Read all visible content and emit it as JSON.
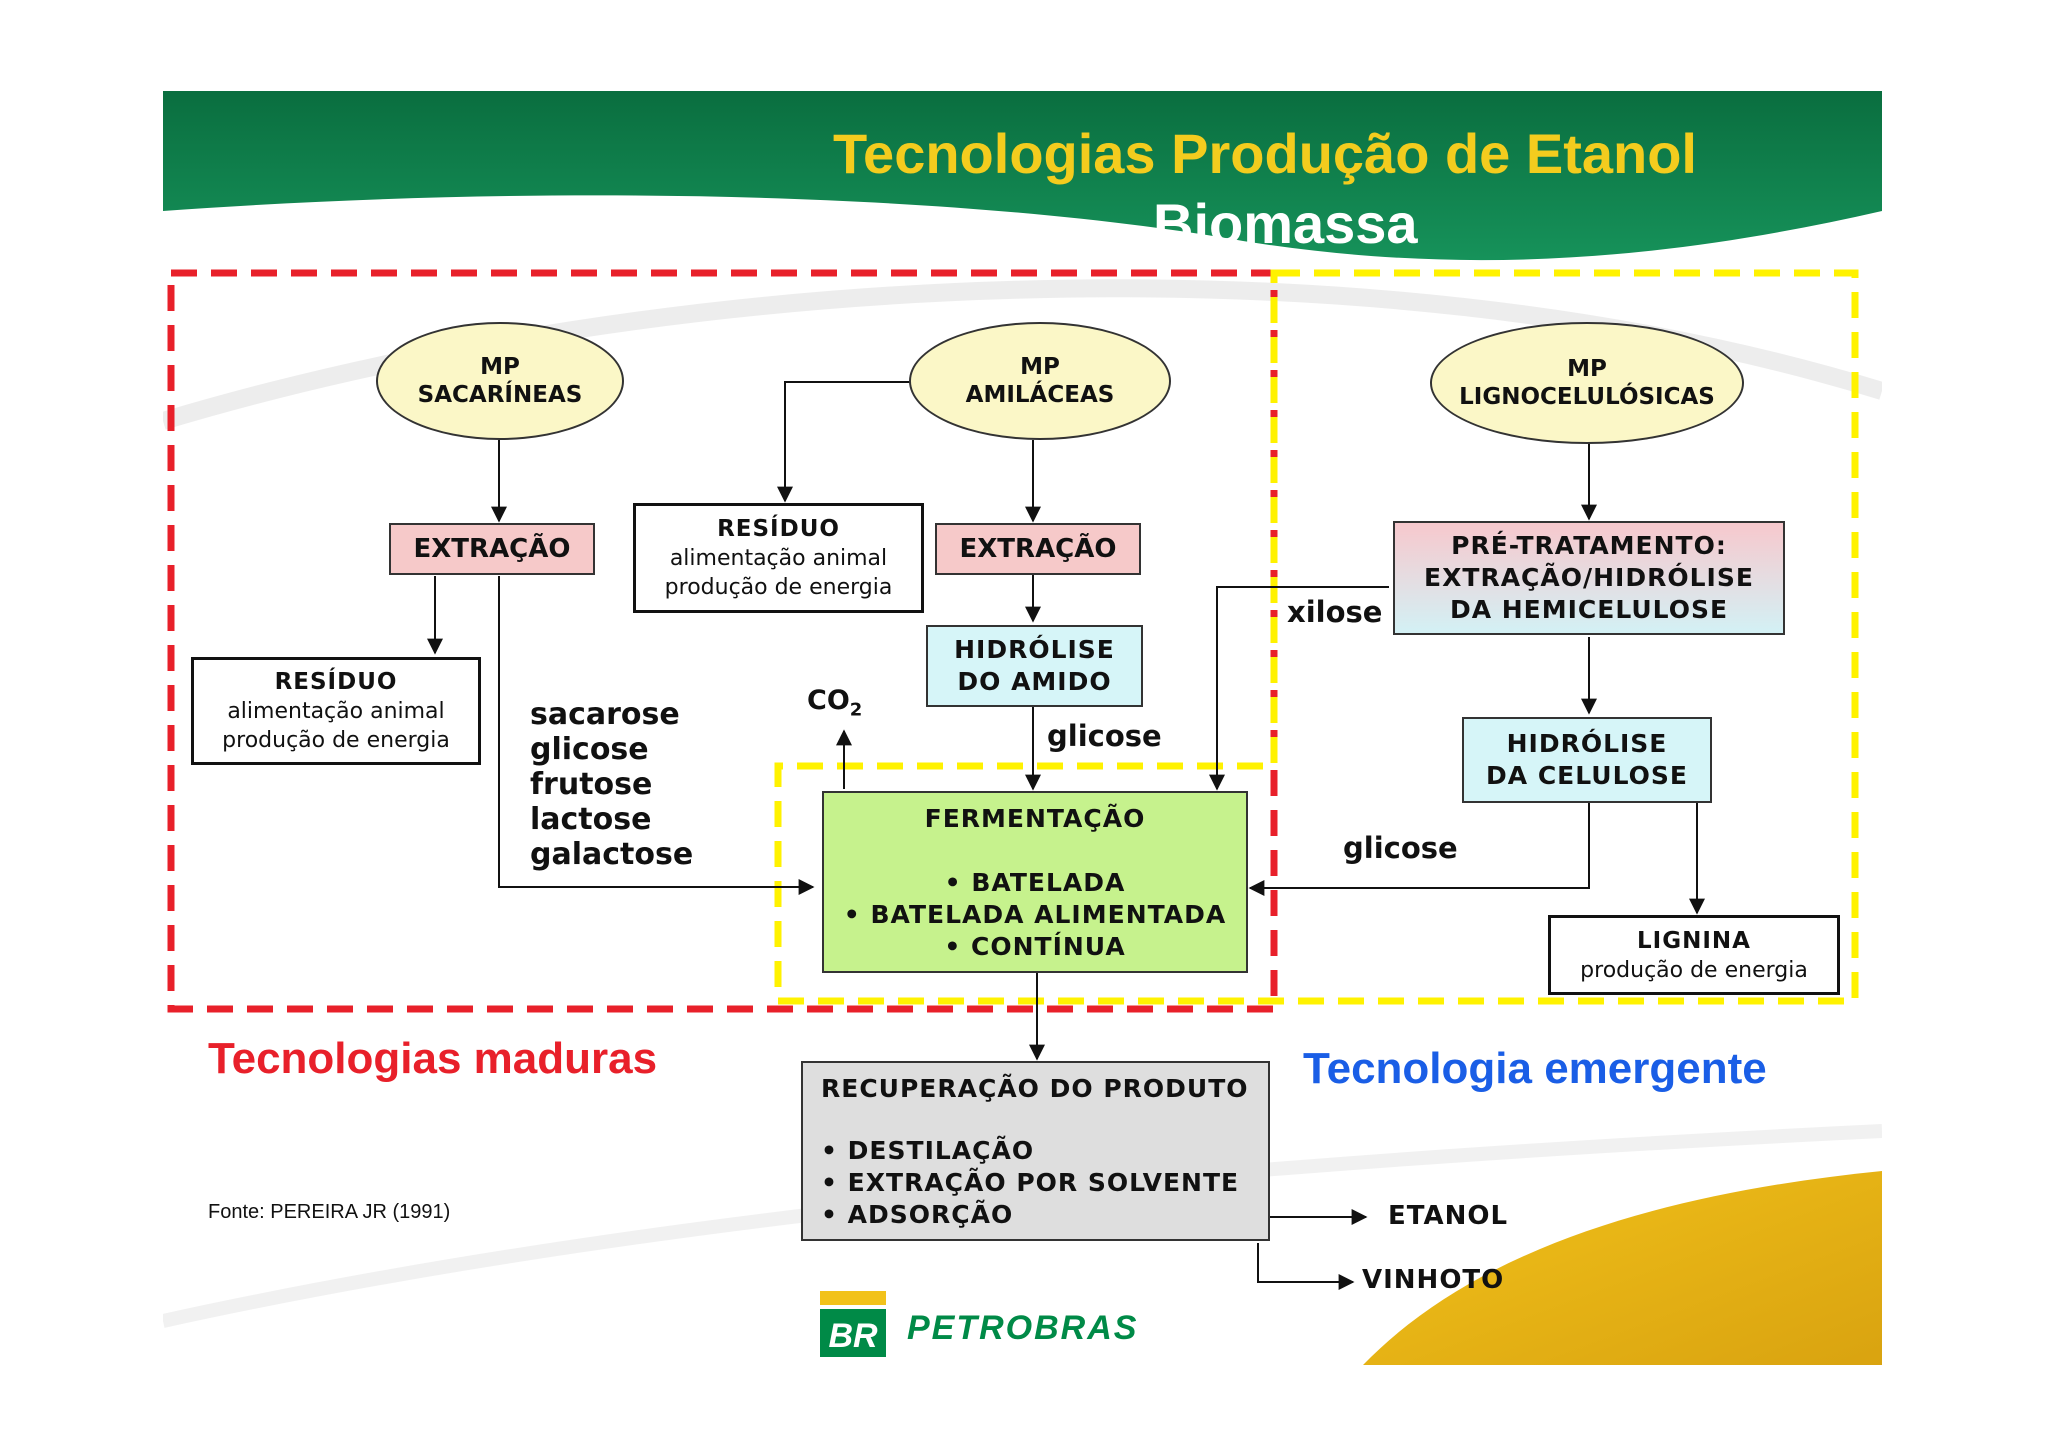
{
  "header": {
    "title": "Tecnologias Produção de Etanol",
    "subtitle": "Biomassa"
  },
  "feedstocks": {
    "sacarineas": [
      "MP",
      "SACARÍNEAS"
    ],
    "amilaceas": [
      "MP",
      "AMILÁCEAS"
    ],
    "lignocelulosicas": [
      "MP",
      "LIGNOCELULÓSICAS"
    ]
  },
  "process": {
    "extracao": "EXTRAÇÃO",
    "hidrolise_amido": [
      "HIDRÓLISE",
      "DO AMIDO"
    ],
    "pre_tratamento": [
      "PRÉ-TRATAMENTO:",
      "EXTRAÇÃO/HIDRÓLISE",
      "DA HEMICELULOSE"
    ],
    "hidrolise_celulose": [
      "HIDRÓLISE",
      "DA CELULOSE"
    ],
    "residuo_title": "RESÍDUO",
    "residuo_lines": [
      "alimentação animal",
      "produção de energia"
    ],
    "lignina_title": "LIGNINA",
    "lignina_line": "produção de energia",
    "fermentacao_title": "FERMENTAÇÃO",
    "fermentacao_items": [
      "• BATELADA",
      "• BATELADA ALIMENTADA",
      "• CONTÍNUA"
    ],
    "recuperacao_title": "RECUPERAÇÃO DO PRODUTO",
    "recuperacao_items": [
      "• DESTILAÇÃO",
      "• EXTRAÇÃO POR SOLVENTE",
      "• ADSORÇÃO"
    ]
  },
  "flow_labels": {
    "sugars": [
      "sacarose",
      "glicose",
      "frutose",
      "lactose",
      "galactose"
    ],
    "co2": "CO",
    "co2_sub": "2",
    "glicose": "glicose",
    "xilose": "xilose",
    "etanol": "ETANOL",
    "vinhoto": "VINHOTO"
  },
  "legend": {
    "mature": "Tecnologias maduras",
    "emerging": "Tecnologia emergente"
  },
  "source": "Fonte: PEREIRA JR (1991)",
  "logo": {
    "mark": "BR",
    "name": "PETROBRAS"
  },
  "colors": {
    "mature": "#e8202a",
    "emerging": "#fff200",
    "header_green": "#0e7a4a",
    "title_yellow": "#f3cc1e",
    "brand_green": "#008a47"
  }
}
